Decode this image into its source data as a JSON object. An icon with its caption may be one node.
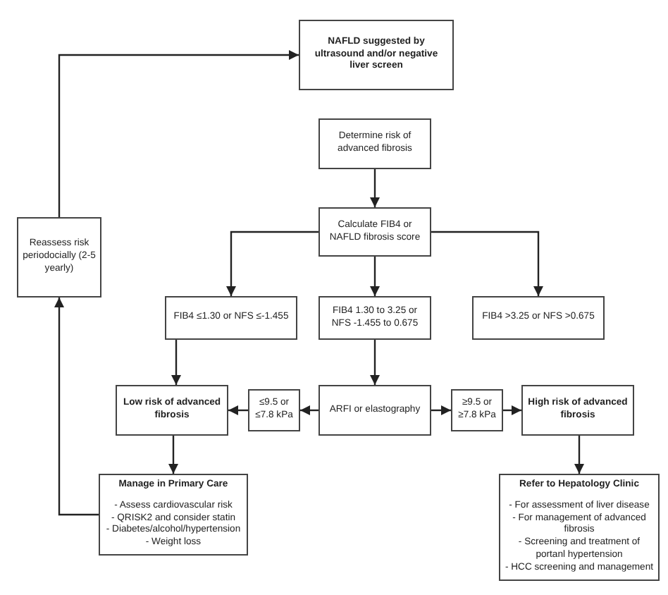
{
  "diagram": {
    "nodes": [
      {
        "text": [
          "NAFLD suggested by ultrasound and/or negative liver screen"
        ]
      },
      {
        "text": [
          "Determine risk of advanced fibrosis"
        ]
      },
      {
        "text": [
          "Calculate FIB4 or NAFLD fibrosis score"
        ]
      },
      {
        "text": [
          "FIB4 ≤1.30 or NFS ≤-1.455"
        ]
      },
      {
        "text": [
          "FIB4 1.30 to 3.25 or NFS -1.455 to 0.675"
        ]
      },
      {
        "text": [
          "FIB4 >3.25 or NFS >0.675"
        ]
      },
      {
        "text": [
          "Low risk of advanced fibrosis"
        ]
      },
      {
        "text": [
          "≤9.5 or ≤7.8 kPa"
        ]
      },
      {
        "text": [
          "ARFI or elastography"
        ]
      },
      {
        "text": [
          "≥9.5 or ≥7.8 kPa"
        ]
      },
      {
        "text": [
          "High risk of advanced fibrosis"
        ]
      },
      {
        "text": [
          "Manage in Primary Care",
          "- Assess cardiovascular risk",
          "- QRISK2 and consider statin",
          "- Diabetes/alcohol/hypertension",
          "- Weight loss"
        ]
      },
      {
        "text": [
          "Refer to Hepatology Clinic",
          "- For assessment of liver disease",
          "- For management of advanced fibrosis",
          "- Screening and treatment of portanl hypertension",
          "- HCC screening and management"
        ]
      },
      {
        "text": [
          "Reassess risk periodocially (2-5 yearly)"
        ]
      }
    ],
    "edges": [
      {
        "from": 1,
        "to": 2,
        "arrow": "to"
      },
      {
        "from": 2,
        "to": 3,
        "arrow": "to"
      },
      {
        "from": 2,
        "to": 4,
        "arrow": "to"
      },
      {
        "from": 2,
        "to": 5,
        "arrow": "to"
      },
      {
        "from": 3,
        "to": 6,
        "arrow": "to"
      },
      {
        "from": 4,
        "to": 8,
        "arrow": "to"
      },
      {
        "from": 8,
        "to": 7,
        "arrow": "to"
      },
      {
        "from": 7,
        "to": 6,
        "arrow": "to"
      },
      {
        "from": 8,
        "to": 9,
        "arrow": "to"
      },
      {
        "from": 9,
        "to": 10,
        "arrow": "to"
      },
      {
        "from": 6,
        "to": 11,
        "arrow": "to"
      },
      {
        "from": 10,
        "to": 12,
        "arrow": "to"
      },
      {
        "from": 11,
        "to": 13,
        "arrow": "to"
      },
      {
        "from": 13,
        "to": 0,
        "arrow": "to"
      }
    ]
  }
}
